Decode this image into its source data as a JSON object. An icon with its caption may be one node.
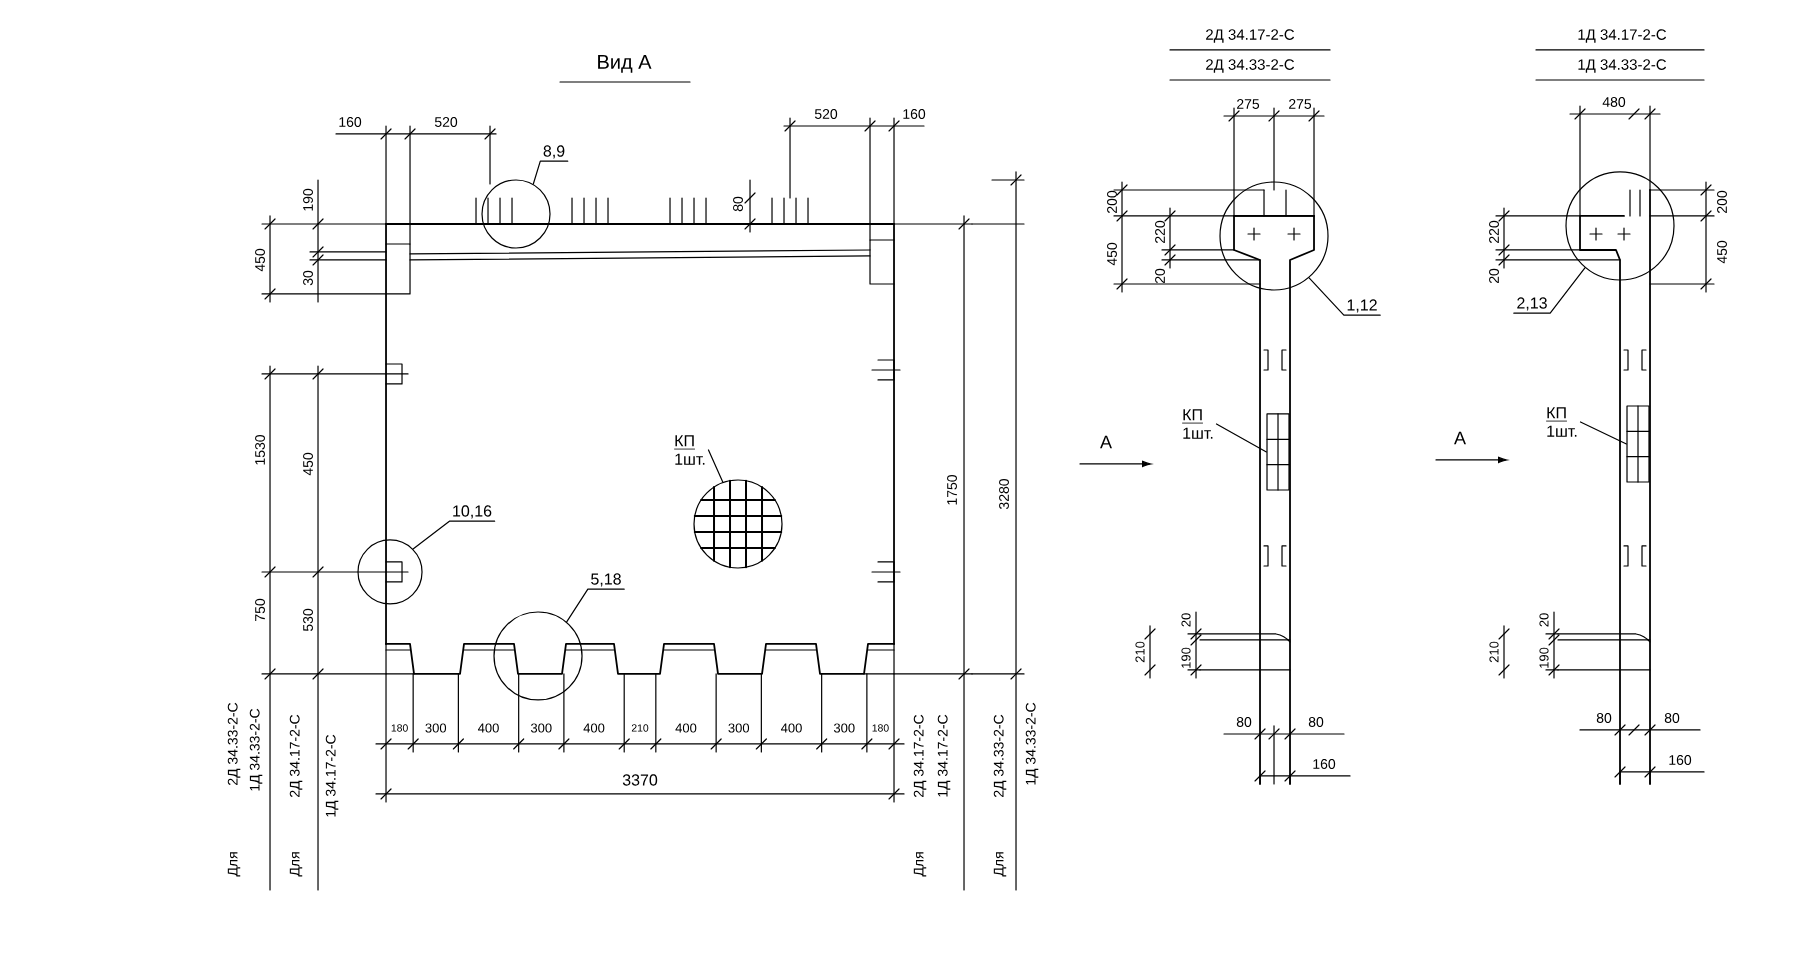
{
  "diagram": {
    "title": "Вид А",
    "nodes": [
      {
        "text": [
          "8,9"
        ]
      },
      {
        "text": [],
        "shape": "circle"
      },
      {
        "text": [
          "10,16"
        ]
      },
      {
        "text": [],
        "shape": "circle"
      },
      {
        "text": [
          "5,18"
        ]
      },
      {
        "text": [],
        "shape": "circle"
      },
      {
        "text": [
          "КП",
          "1шт."
        ]
      },
      {
        "text": [],
        "shape": "circle"
      },
      {
        "text": [
          "1,12"
        ]
      },
      {
        "text": [],
        "shape": "circle"
      },
      {
        "text": [
          "КП",
          "1шт."
        ]
      },
      {
        "text": [],
        "shape": "box"
      },
      {
        "text": [
          "2,13"
        ]
      },
      {
        "text": [],
        "shape": "circle"
      },
      {
        "text": [
          "КП",
          "1шт."
        ]
      },
      {
        "text": [],
        "shape": "box"
      }
    ],
    "edges": [
      {
        "from": 0,
        "to": 1,
        "arrow": "none"
      },
      {
        "from": 2,
        "to": 3,
        "arrow": "none"
      },
      {
        "from": 4,
        "to": 5,
        "arrow": "none"
      },
      {
        "from": 6,
        "to": 7,
        "arrow": "none"
      },
      {
        "from": 8,
        "to": 9,
        "arrow": "none"
      },
      {
        "from": 10,
        "to": 11,
        "arrow": "none"
      },
      {
        "from": 12,
        "to": 13,
        "arrow": "none"
      },
      {
        "from": 14,
        "to": 15,
        "arrow": "none"
      }
    ],
    "labels": [
      "2Д 34.17-2-С",
      "2Д 34.33-2-С",
      "1Д 34.17-2-С",
      "1Д 34.33-2-С",
      "160",
      "520",
      "520",
      "160",
      "275",
      "275",
      "480",
      "190",
      "80",
      "450",
      "30",
      "200",
      "450",
      "220",
      "20",
      "220",
      "20",
      "200",
      "450",
      "1530",
      "450",
      "1750",
      "3280",
      "А",
      "А",
      "750",
      "530",
      "20",
      "210",
      "190",
      "20",
      "210",
      "190",
      "180",
      "300",
      "400",
      "300",
      "400",
      "210",
      "400",
      "300",
      "400",
      "300",
      "180",
      "80",
      "80",
      "80",
      "80",
      "160",
      "160",
      "3370",
      "Для",
      "2Д 34.33-2-С",
      "1Д 34.33-2-С",
      "Для",
      "2Д 34.17-2-С",
      "1Д 34.17-2-С",
      "Для",
      "2Д 34.17-2-С",
      "1Д 34.17-2-С",
      "Для",
      "2Д 34.33-2-С",
      "1Д 34.33-2-С"
    ]
  }
}
